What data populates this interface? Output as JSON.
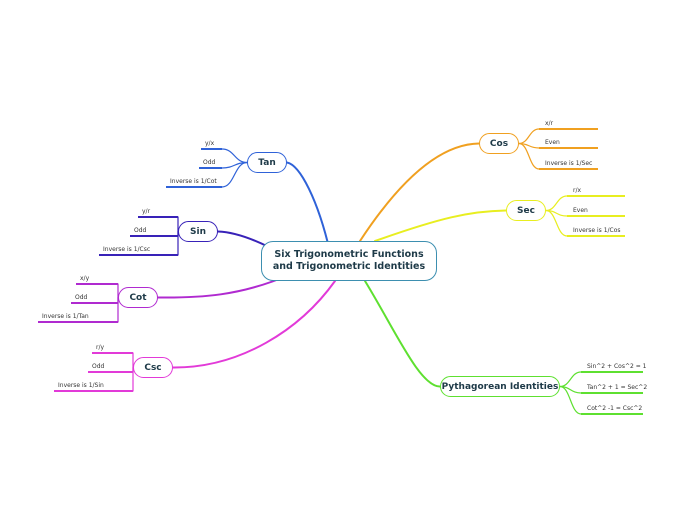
{
  "central": {
    "title": "Six Trigonometric Functions\nand Trigonometric Identities"
  },
  "colors": {
    "tan": "#2f62d8",
    "sin": "#3822b8",
    "cot": "#b02ad0",
    "csc": "#e23ad8",
    "cos": "#f0a020",
    "sec": "#e8ee20",
    "pythagorean": "#5ee030"
  },
  "branches": {
    "tan": {
      "label": "Tan",
      "leaves": [
        "y/x",
        "Odd",
        "Inverse is 1/Cot"
      ]
    },
    "sin": {
      "label": "Sin",
      "leaves": [
        "y/r",
        "Odd",
        "Inverse is 1/Csc"
      ]
    },
    "cot": {
      "label": "Cot",
      "leaves": [
        "x/y",
        "Odd",
        "Inverse is 1/Tan"
      ]
    },
    "csc": {
      "label": "Csc",
      "leaves": [
        "r/y",
        "Odd",
        "Inverse is 1/Sin"
      ]
    },
    "cos": {
      "label": "Cos",
      "leaves": [
        "x/r",
        "Even",
        "Inverse is 1/Sec"
      ]
    },
    "sec": {
      "label": "Sec",
      "leaves": [
        "r/x",
        "Even",
        "Inverse is 1/Cos"
      ]
    },
    "pythagorean": {
      "label": "Pythagorean Identities",
      "leaves": [
        "Sin^2 + Cos^2 = 1",
        "Tan^2 + 1 =  Sec^2",
        "Cot^2 -1 =  Csc^2"
      ]
    }
  }
}
